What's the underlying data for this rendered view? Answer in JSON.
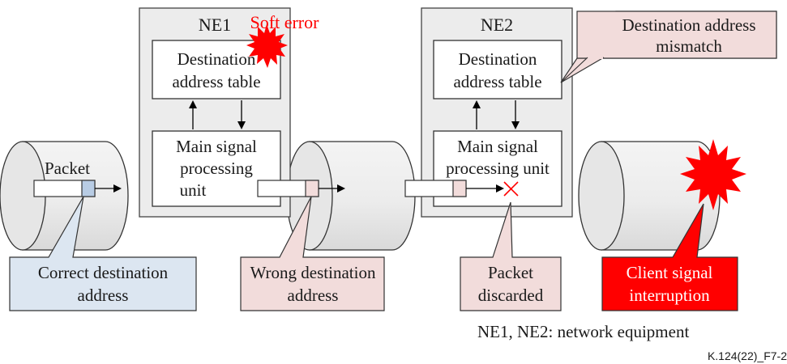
{
  "ne1": {
    "title": "NE1",
    "table_label": [
      "Destination",
      "address table"
    ],
    "unit_label": [
      "Main signal",
      "processing",
      "unit"
    ]
  },
  "ne2": {
    "title": "NE2",
    "table_label": [
      "Destination",
      "address table"
    ],
    "unit_label": [
      "Main signal",
      "processing unit"
    ]
  },
  "soft_error": "Soft error",
  "mismatch_callout": [
    "Destination address",
    "mismatch"
  ],
  "packet_label": "Packet",
  "callouts": {
    "correct": [
      "Correct destination",
      "address"
    ],
    "wrong": [
      "Wrong destination",
      "address"
    ],
    "discarded": [
      "Packet",
      "discarded"
    ],
    "interruption": [
      "Client signal",
      "interruption"
    ]
  },
  "legend_note": "NE1, NE2: network equipment",
  "figure_id": "K.124(22)_F7-2",
  "colors": {
    "ne_box_fill": "#ececec",
    "correct_callout_fill": "#dce6f1",
    "wrong_callout_fill": "#f2dcdb",
    "interruption_fill": "#ff0000",
    "error_star": "#ff0000"
  },
  "icons": {
    "error": "starburst-icon",
    "discard": "red-x-icon"
  }
}
